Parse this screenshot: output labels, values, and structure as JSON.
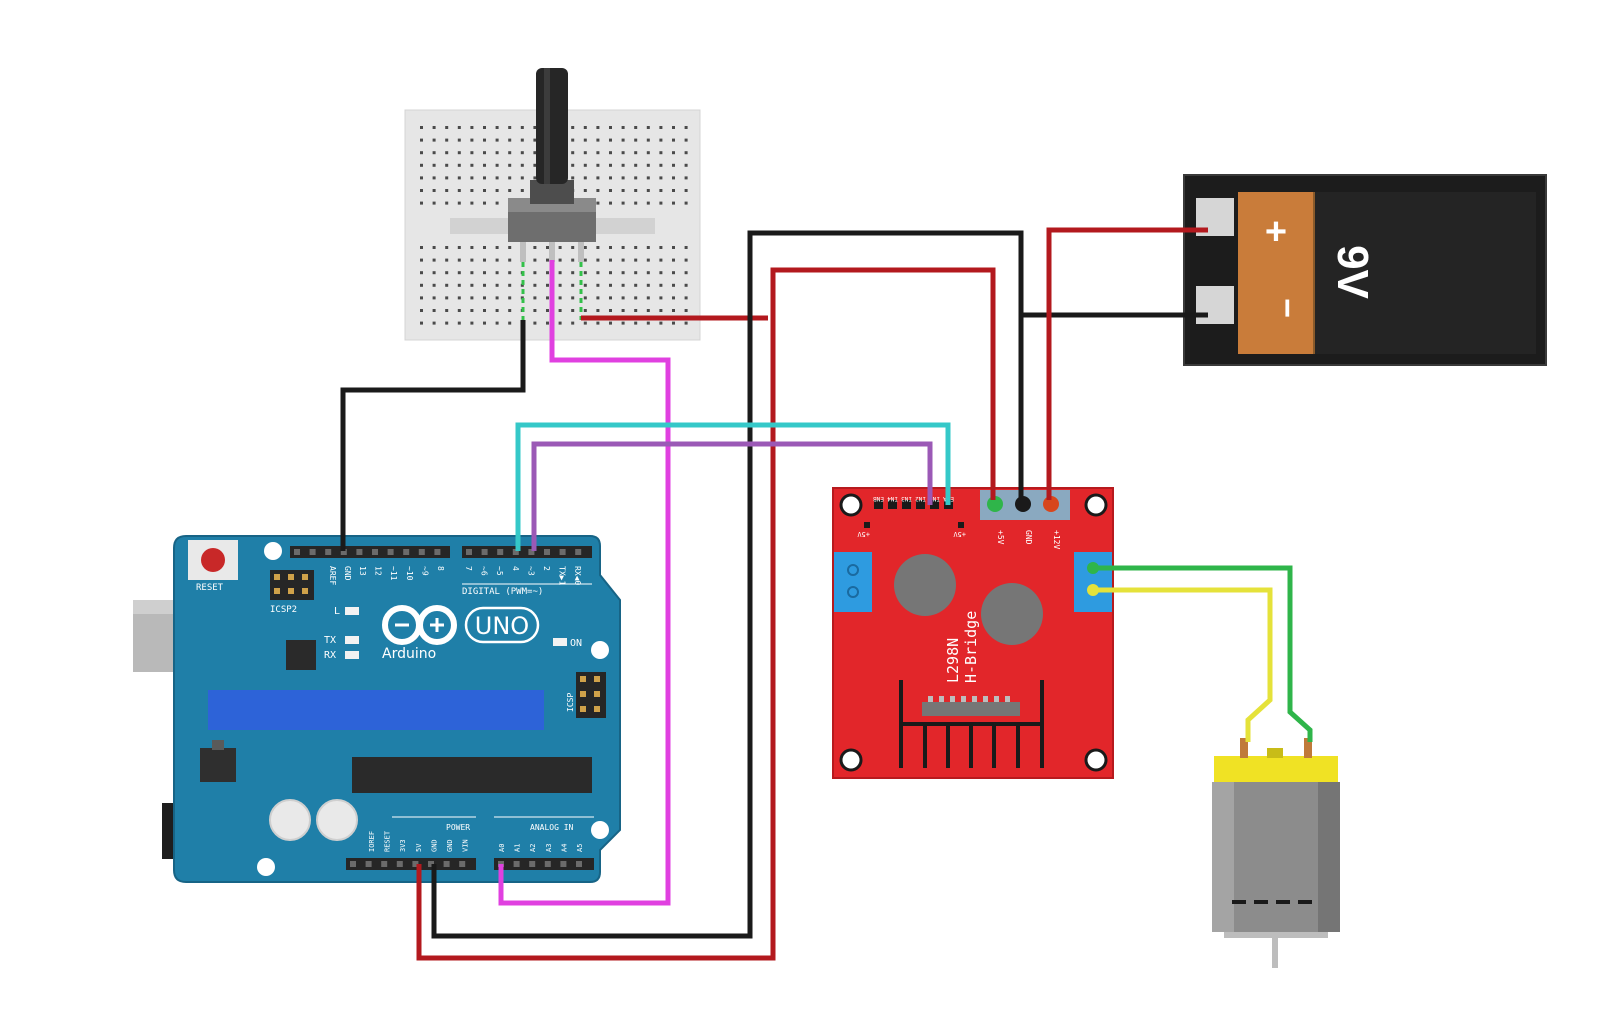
{
  "arduino": {
    "reset_label": "RESET",
    "icsp2_label": "ICSP2",
    "aref_label": "AREF",
    "gnd_label": "GND",
    "pin_labels_top": [
      "13",
      "12",
      "~11",
      "~10",
      "~9",
      "8",
      "7",
      "~6",
      "~5",
      "4",
      "~3",
      "2",
      "TX▶1",
      "RX◀0"
    ],
    "digital_label": "DIGITAL (PWM=~)",
    "l_label": "L",
    "tx_label": "TX",
    "rx_label": "RX",
    "brand_label": "Arduino",
    "model_label": "UNO",
    "on_label": "ON",
    "icsp_label": "ICSP",
    "power_label": "POWER",
    "analog_label": "ANALOG IN",
    "power_pins": [
      "IOREF",
      "RESET",
      "3V3",
      "5V",
      "GND",
      "GND",
      "VIN"
    ],
    "analog_pins": [
      "A0",
      "A1",
      "A2",
      "A3",
      "A4",
      "A5"
    ]
  },
  "hbridge": {
    "title_line1": "L298N",
    "title_line2": "H-Bridge",
    "input_labels": [
      "ENA",
      "IN1",
      "IN2",
      "IN3",
      "IN4",
      "ENB"
    ],
    "plus5v_left": "+5V",
    "plus5v_right": "+5V",
    "power_pins": [
      "+5V",
      "GND",
      "+12V"
    ]
  },
  "battery": {
    "voltage_label": "9V",
    "plus_sign": "+",
    "minus_sign": "−"
  },
  "colors": {
    "arduino_blue": "#1f7fa8",
    "hbridge_red": "#e2262a",
    "battery_orange": "#c97c3a",
    "wire_red": "#b3191e",
    "wire_black": "#1a1a1a",
    "wire_magenta": "#e040e0",
    "wire_cyan": "#35c8c8",
    "wire_purple": "#9b59b6",
    "wire_green": "#2fb54a",
    "wire_yellow": "#e5e23a"
  }
}
